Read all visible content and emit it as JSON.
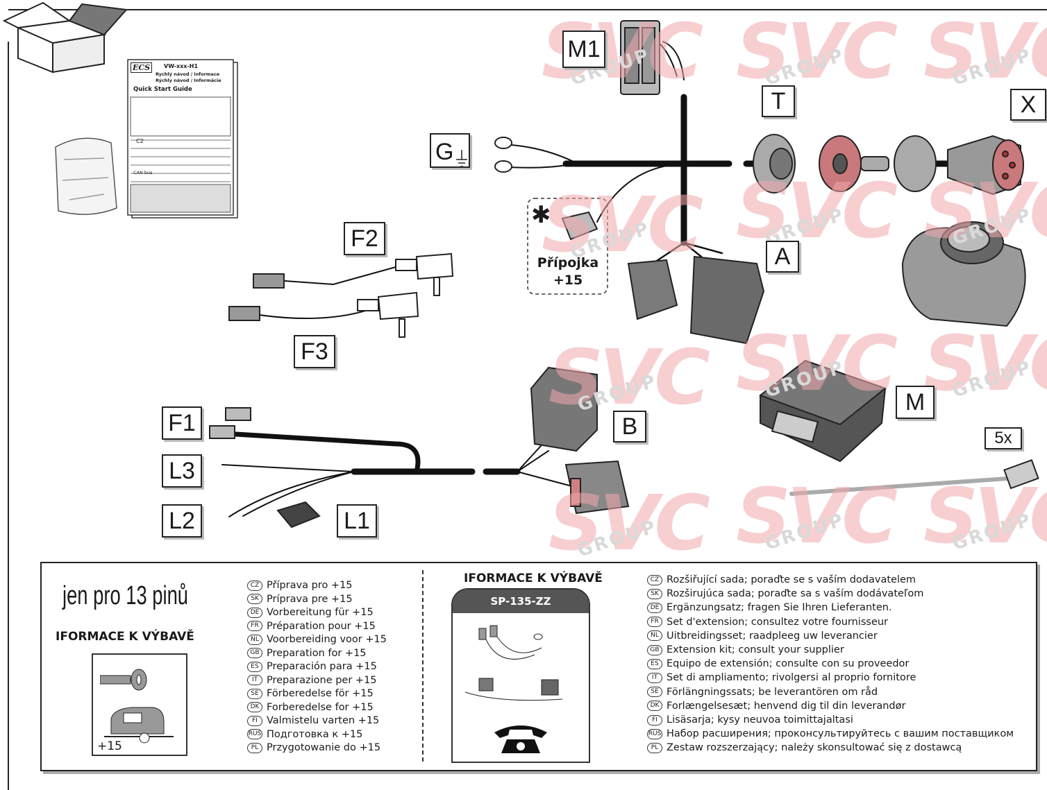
{
  "labels": {
    "m1": "M1",
    "t": "T",
    "x": "X",
    "g": "G",
    "a": "A",
    "f2": "F2",
    "f3": "F3",
    "f1": "F1",
    "l3": "L3",
    "l2": "L2",
    "l1": "L1",
    "b": "B",
    "m": "M",
    "five_x": "5x"
  },
  "connector_note": {
    "star": "✱",
    "line1": "Přípojka",
    "line2": "+15"
  },
  "quick_guide": {
    "logo": "ECS",
    "code": "VW-xxx-H1",
    "line1": "Rychlý návod / informace",
    "line2": "Rýchly návod / Informácie",
    "title": "Quick Start Guide",
    "rows": [
      "C2",
      "CAN bus"
    ]
  },
  "bottom_panel": {
    "only13": "jen pro 13 pinů",
    "heading_left": "IFORMACE K VÝBAVĚ",
    "heading_right": "IFORMACE K VÝBAVĚ",
    "plus15": "+15",
    "kit_code": "SP-135-ZZ",
    "prep_list": [
      {
        "code": "CZ",
        "text": "Příprava pro +15"
      },
      {
        "code": "SK",
        "text": "Príprava pre +15"
      },
      {
        "code": "DE",
        "text": "Vorbereitung für +15"
      },
      {
        "code": "FR",
        "text": "Préparation pour +15"
      },
      {
        "code": "NL",
        "text": "Voorbereiding voor +15"
      },
      {
        "code": "GB",
        "text": "Preparation for +15"
      },
      {
        "code": "ES",
        "text": "Preparación para +15"
      },
      {
        "code": "IT",
        "text": "Preparazione per +15"
      },
      {
        "code": "SE",
        "text": "Förberedelse för +15"
      },
      {
        "code": "DK",
        "text": "Forberedelse for +15"
      },
      {
        "code": "FI",
        "text": "Valmistelu varten +15"
      },
      {
        "code": "RUS",
        "text": "Подготовка к +15"
      },
      {
        "code": "PL",
        "text": "Przygotowanie do +15"
      }
    ],
    "ext_list": [
      {
        "code": "CZ",
        "text": "Rozšiřující sada; poraďte se s vaším dodavatelem"
      },
      {
        "code": "SK",
        "text": "Rozširujúca sada; poraďte sa s vaším dodávateľom"
      },
      {
        "code": "DE",
        "text": "Ergänzungsatz; fragen Sie Ihren Lieferanten."
      },
      {
        "code": "FR",
        "text": "Set d'extension; consultez votre fournisseur"
      },
      {
        "code": "NL",
        "text": "Uitbreidingsset; raadpleeg uw leverancier"
      },
      {
        "code": "GB",
        "text": "Extension kit; consult your supplier"
      },
      {
        "code": "ES",
        "text": "Equipo de extensión; consulte con su proveedor"
      },
      {
        "code": "IT",
        "text": "Set di ampliamento; rivolgersi al proprio fornitore"
      },
      {
        "code": "SE",
        "text": "Förlängningssats; be leverantören om råd"
      },
      {
        "code": "DK",
        "text": "Forlængelsesæt; henvend dig til din leverandør"
      },
      {
        "code": "FI",
        "text": "Lisäsarja; kysy neuvoa toimittajaltasi"
      },
      {
        "code": "RUS",
        "text": "Набор расширения; проконсультируйтесь с вашим поставщиком"
      },
      {
        "code": "PL",
        "text": "Zestaw rozszerzający; należy skonsultować się z dostawcą"
      }
    ]
  },
  "watermark": {
    "brand": "SVC",
    "sub": "GROUP"
  },
  "colors": {
    "watermark": "#f2a8ad",
    "cable": "#111111"
  }
}
